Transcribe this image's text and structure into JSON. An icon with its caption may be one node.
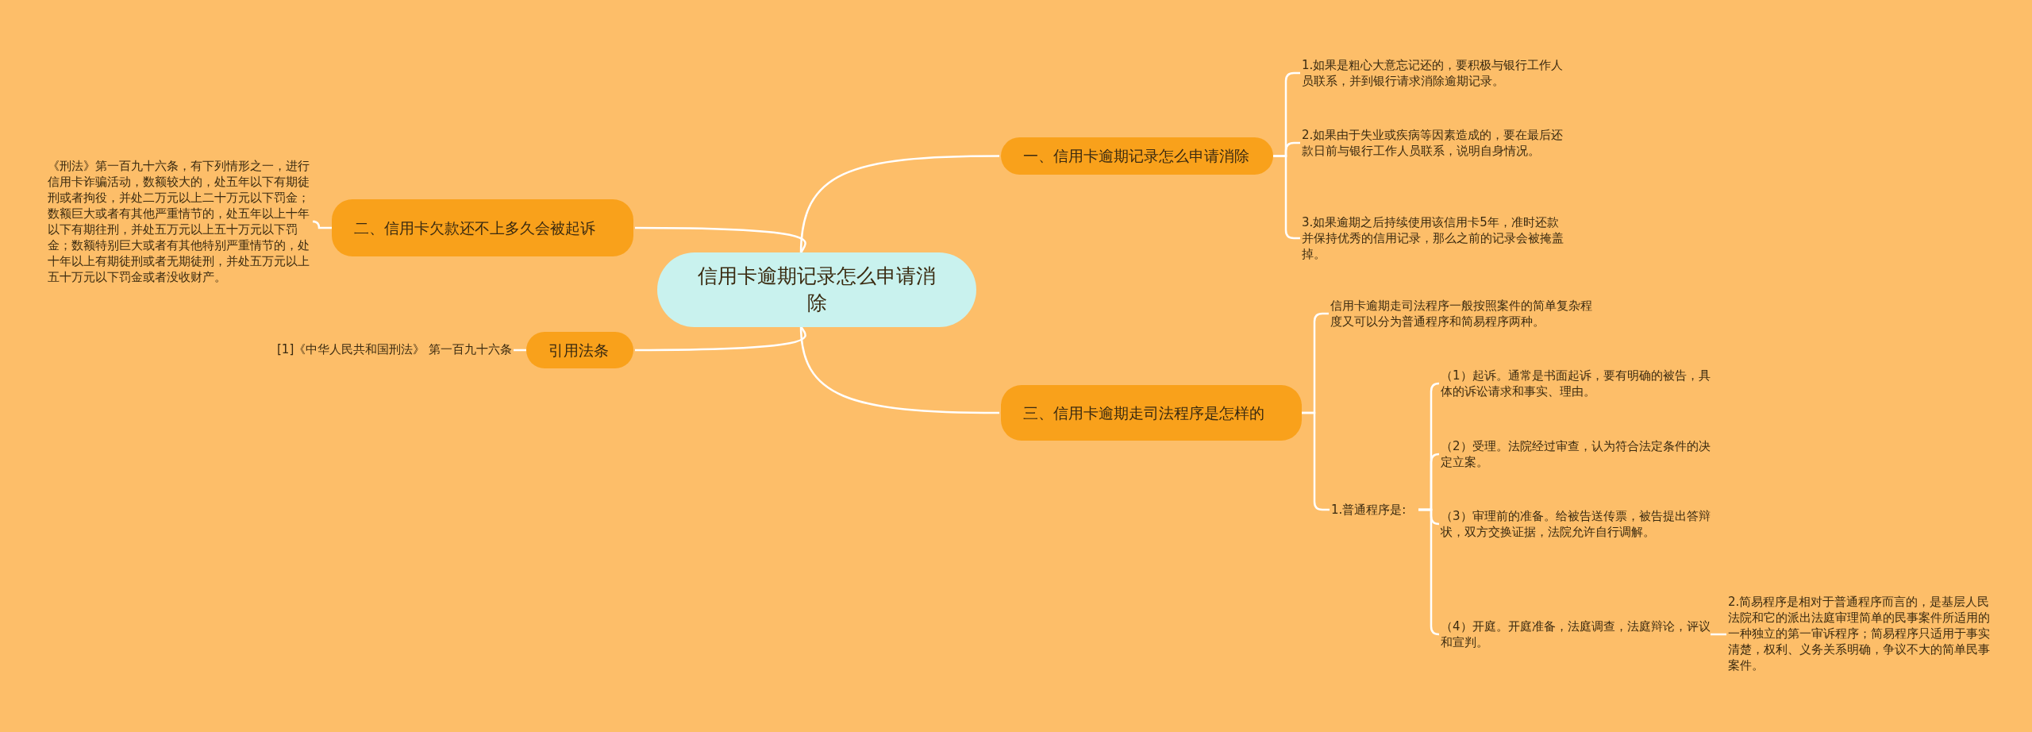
{
  "diagram": {
    "nodes": [
      {
        "text": [
          "信用卡逾期记录怎么申请消除"
        ]
      },
      {
        "text": [
          "一、信用卡逾期记录怎么申请消除"
        ]
      },
      {
        "text": [
          "1.如果是粗心大意忘记还的，要积极与银行工作人员联系，并到银行请求消除逾期记录。"
        ]
      },
      {
        "text": [
          "2.如果由于失业或疾病等因素造成的，要在最后还款日前与银行工作人员联系，说明自身情况。"
        ]
      },
      {
        "text": [
          "3.如果逾期之后持续使用该信用卡5年，准时还款并保持优秀的信用记录，那么之前的记录会被掩盖掉。"
        ]
      },
      {
        "text": [
          "二、信用卡欠款还不上多久会被起诉"
        ]
      },
      {
        "text": [
          "《刑法》第一百九十六条，有下列情形之一，进行信用卡诈骗活动，数额较大的，处五年以下有期徒刑或者拘役，并处二万元以上二十万元以下罚金；数额巨大或者有其他严重情节的，处五年以上十年以下有期往刑，并处五万元以上五十万元以下罚金；数额特别巨大或者有其他特别严重情节的，处十年以上有期徒刑或者无期徒刑，并处五万元以上五十万元以下罚金或者没收财产。"
        ]
      },
      {
        "text": [
          "引用法条"
        ]
      },
      {
        "text": [
          "[1]《中华人民共和国刑法》 第一百九十六条"
        ]
      },
      {
        "text": [
          "三、信用卡逾期走司法程序是怎样的"
        ]
      },
      {
        "text": [
          "信用卡逾期走司法程序一般按照案件的简单复杂程度又可以分为普通程序和简易程序两种。"
        ]
      },
      {
        "text": [
          "1.普通程序是:"
        ]
      },
      {
        "text": [
          "（1）起诉。通常是书面起诉，要有明确的被告，具体的诉讼请求和事实、理由。"
        ]
      },
      {
        "text": [
          "（2）受理。法院经过审查，认为符合法定条件的决定立案。"
        ]
      },
      {
        "text": [
          "（3）审理前的准备。给被告送传票，被告提出答辩状，双方交换证据，法院允许自行调解。"
        ]
      },
      {
        "text": [
          "（4）开庭。开庭准备，法庭调查，法庭辩论，评议和宣判。"
        ]
      },
      {
        "text": [
          "2.简易程序是相对于普通程序而言的，是基层人民法院和它的派出法庭审理简单的民事案件所适用的一种独立的第一审诉程序；简易程序只适用于事实清楚，权利、义务关系明确，争议不大的简单民事案件。"
        ]
      }
    ],
    "edges": [
      {
        "from": 0,
        "to": 1,
        "arrow": "none"
      },
      {
        "from": 1,
        "to": 2,
        "arrow": "none"
      },
      {
        "from": 1,
        "to": 3,
        "arrow": "none"
      },
      {
        "from": 1,
        "to": 4,
        "arrow": "none"
      },
      {
        "from": 0,
        "to": 5,
        "arrow": "none"
      },
      {
        "from": 5,
        "to": 6,
        "arrow": "none"
      },
      {
        "from": 0,
        "to": 7,
        "arrow": "none"
      },
      {
        "from": 7,
        "to": 8,
        "arrow": "none"
      },
      {
        "from": 0,
        "to": 9,
        "arrow": "none"
      },
      {
        "from": 9,
        "to": 10,
        "arrow": "none"
      },
      {
        "from": 9,
        "to": 11,
        "arrow": "none"
      },
      {
        "from": 11,
        "to": 12,
        "arrow": "none"
      },
      {
        "from": 11,
        "to": 13,
        "arrow": "none"
      },
      {
        "from": 11,
        "to": 14,
        "arrow": "none"
      },
      {
        "from": 11,
        "to": 15,
        "arrow": "none"
      },
      {
        "from": 15,
        "to": 16,
        "arrow": "none"
      }
    ]
  }
}
